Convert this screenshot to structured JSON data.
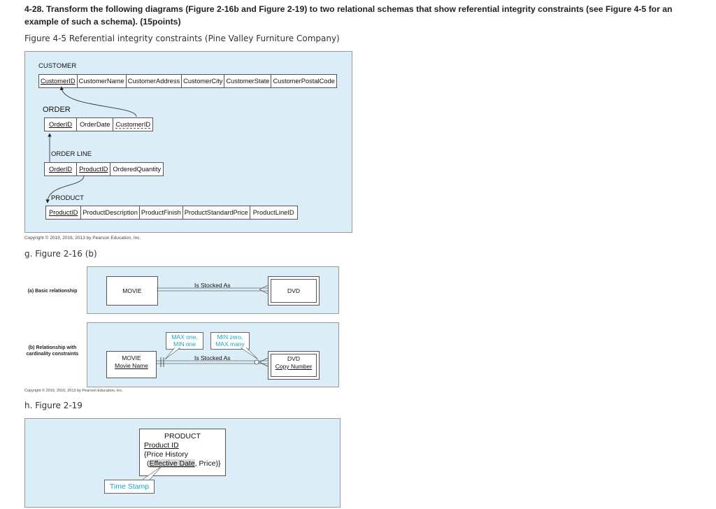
{
  "question": "4-28. Transform the following diagrams (Figure 2-16b and Figure 2-19) to two relational schemas that show referential integrity constraints (see Figure 4-5 for an example of such a schema). (15points)",
  "fig45": {
    "caption": "Figure 4-5 Referential integrity constraints (Pine Valley Furniture Company)",
    "customer": {
      "name": "CUSTOMER",
      "cols": [
        "CustomerID",
        "CustomerName",
        "CustomerAddress",
        "CustomerCity",
        "CustomerState",
        "CustomerPostalCode"
      ]
    },
    "order": {
      "name": "ORDER",
      "cols": [
        "OrderID",
        "OrderDate",
        "CustomerID"
      ]
    },
    "orderline": {
      "name": "ORDER LINE",
      "cols": [
        "OrderID",
        "ProductID",
        "OrderedQuantity"
      ]
    },
    "product": {
      "name": "PRODUCT",
      "cols": [
        "ProductID",
        "ProductDescription",
        "ProductFinish",
        "ProductStandardPrice",
        "ProductLineID"
      ]
    },
    "copyright": "Copyright © 2019, 2016, 2013 by Pearson Education, Inc."
  },
  "figG": {
    "caption": "g. Figure 2-16 (b)",
    "basic_label": "(a) Basic relationship",
    "card_label": "(b) Relationship with cardinality constraints",
    "movie": "MOVIE",
    "movie_attr": "Movie Name",
    "dvd": "DVD",
    "dvd_attr": "Copy Number",
    "relationship": "Is Stocked As",
    "note1_line1": "MAX one,",
    "note1_line2": "MIN one",
    "note2_line1": "MIN zero,",
    "note2_line2": "MAX many",
    "copyright": "Copyright © 2019, 2016, 2013 by Pearson Education, Inc."
  },
  "figH": {
    "caption": "h. Figure 2-19",
    "entity": "PRODUCT",
    "id_attr": "Product ID",
    "line3": "{Price History",
    "line4_attr": "Effective Date",
    "line4_rest": ", Price)}",
    "timestamp": "Time Stamp"
  },
  "colors": {
    "panel": "#dbeef8",
    "accent": "#1aa3c8"
  }
}
